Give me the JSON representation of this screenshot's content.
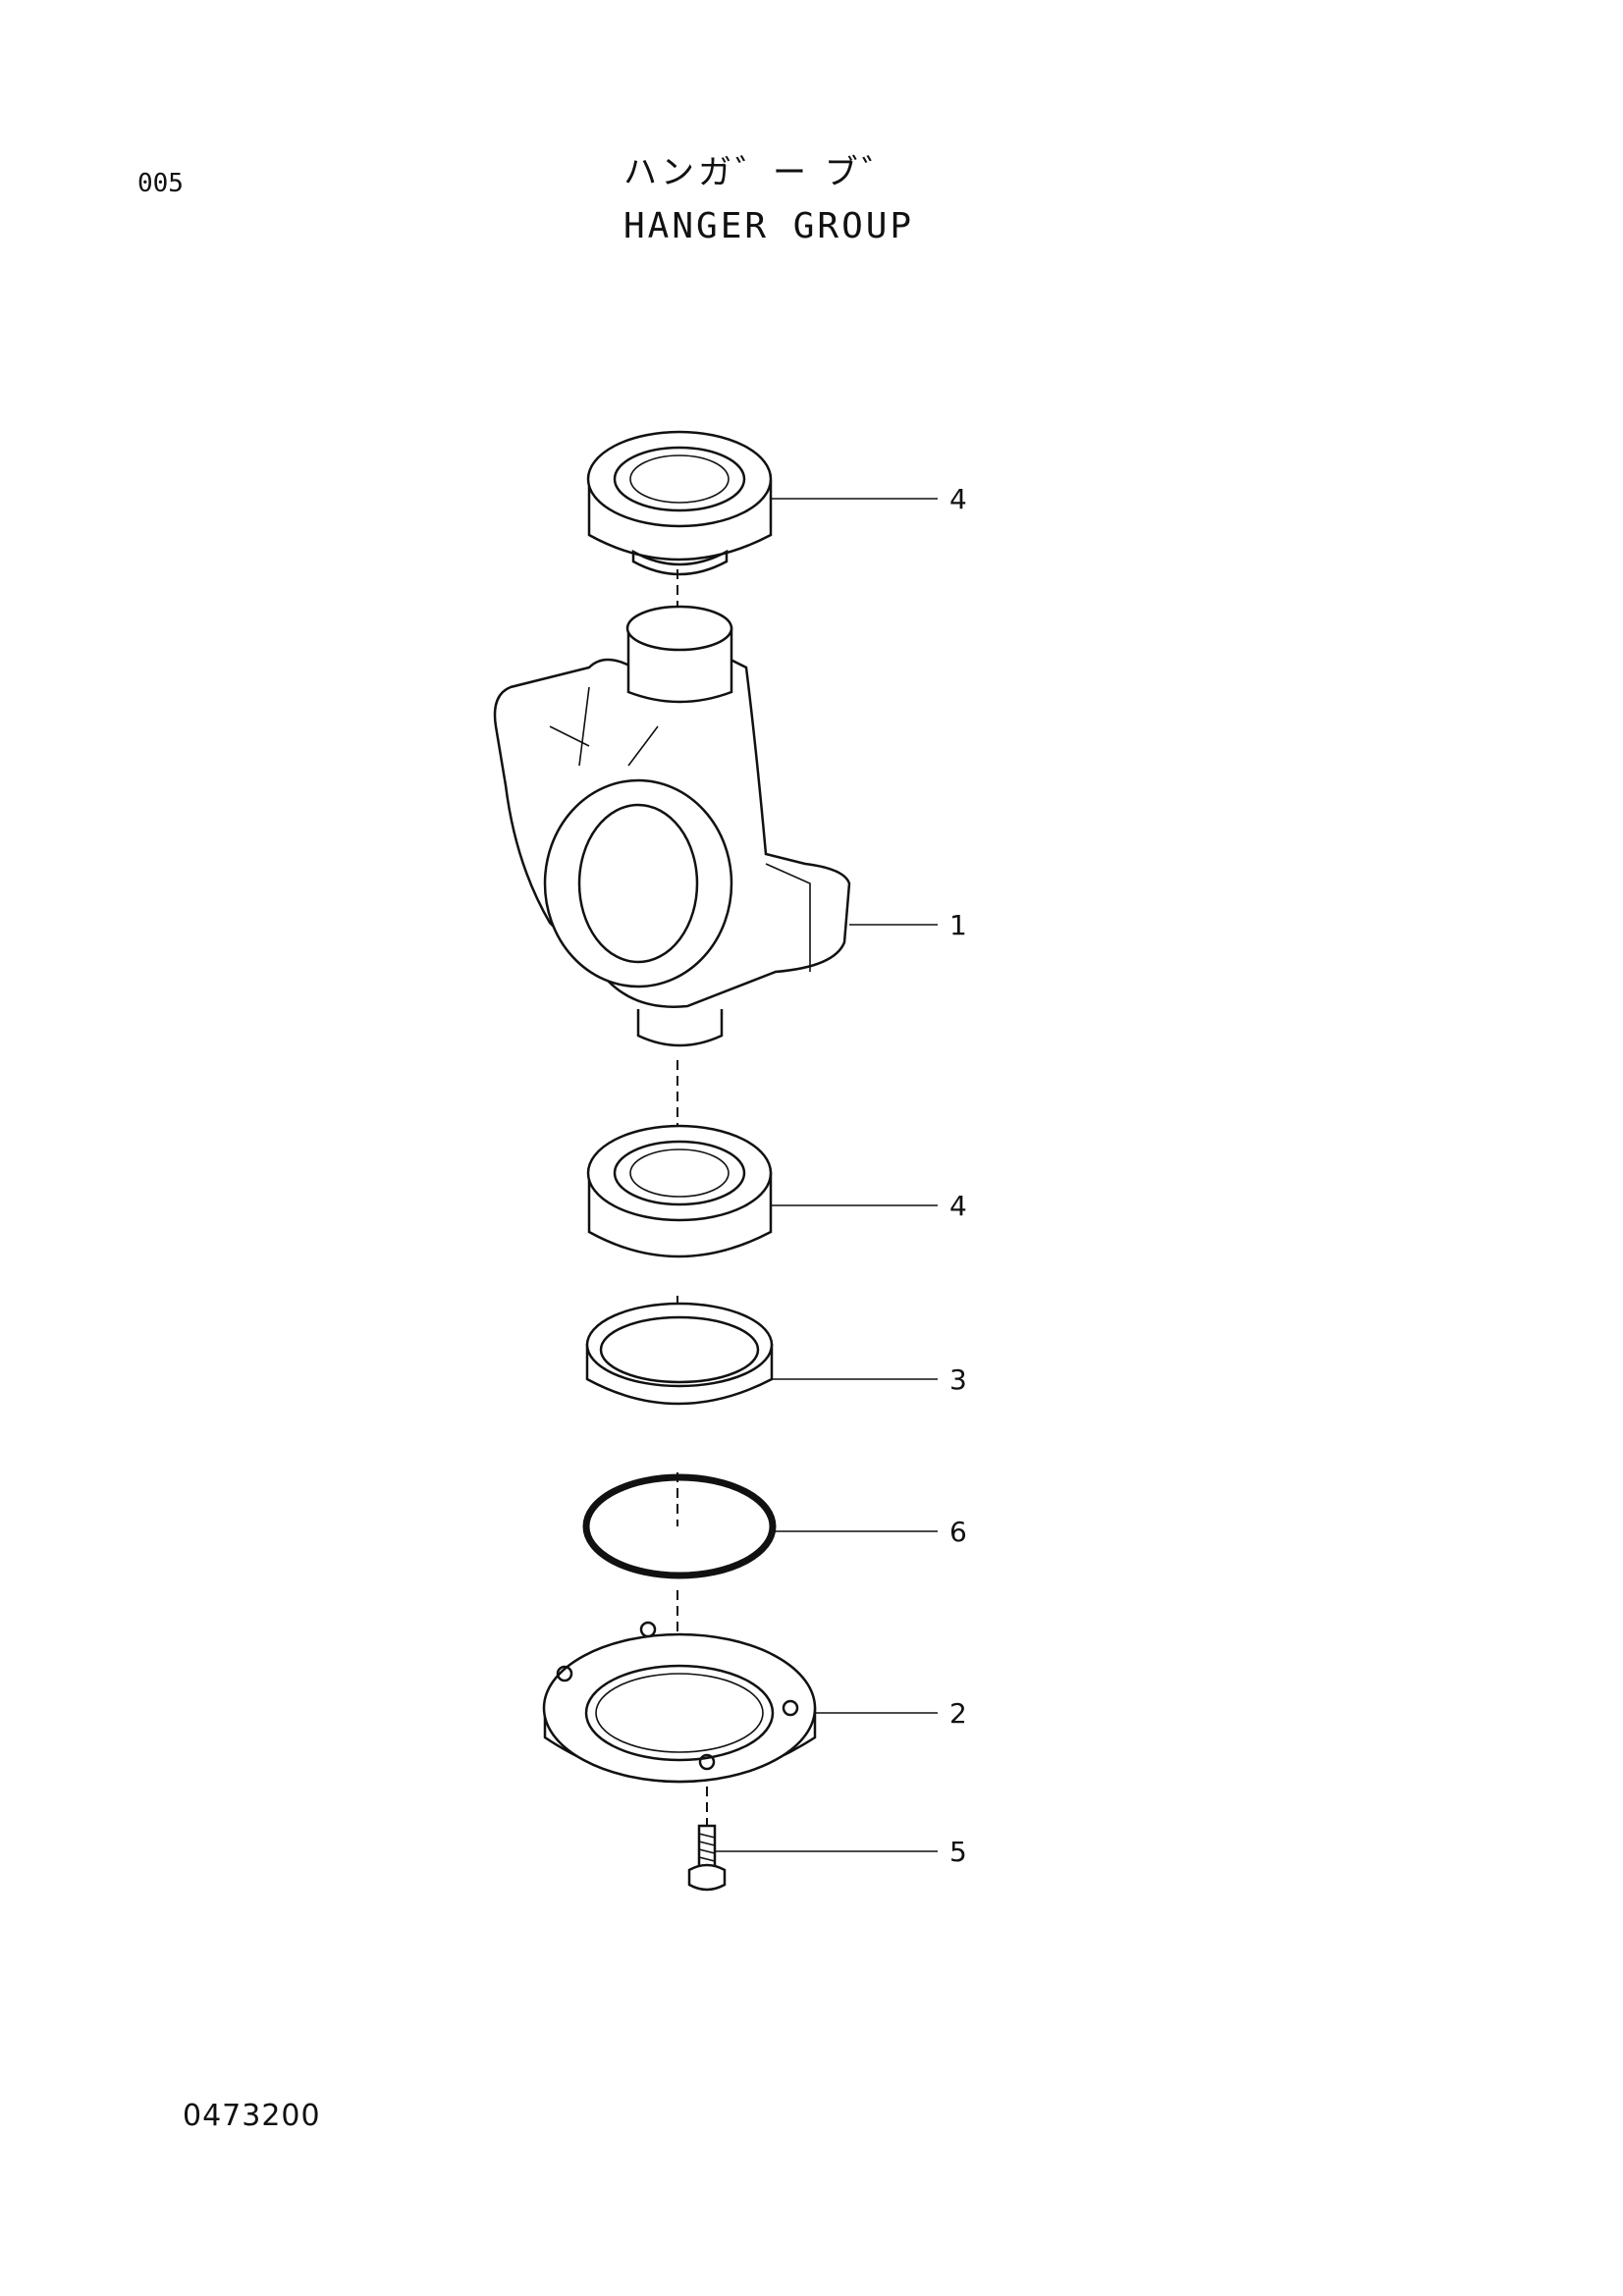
{
  "header": {
    "page_code": "005",
    "title_jp": "ハンガ゛ー ブ゛",
    "title_en": "HANGER GROUP"
  },
  "footer": {
    "drawing_number": "0473200"
  },
  "callouts": {
    "bearing_top": "4",
    "hanger": "1",
    "bearing_bottom": "4",
    "ring": "3",
    "o_ring": "6",
    "flange": "2",
    "bolt": "5"
  }
}
